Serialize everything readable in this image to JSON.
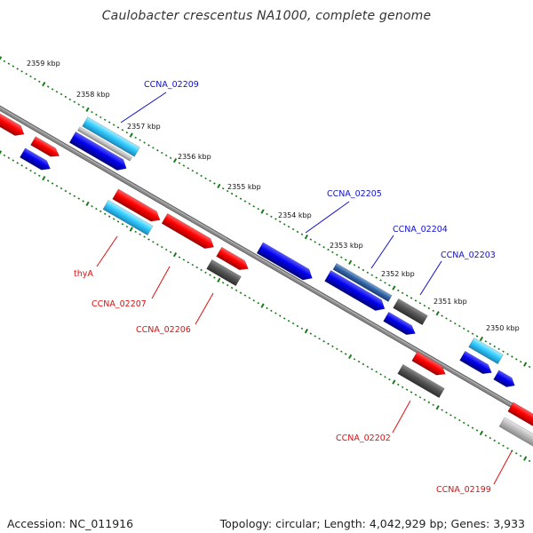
{
  "title": "Caulobacter crescentus NA1000, complete genome",
  "footer": {
    "accession": "Accession: NC_011916",
    "summary": "Topology: circular; Length: 4,042,929 bp; Genes: 3,933"
  },
  "colors": {
    "backbone": "#888888",
    "tick": "#1a7a1a",
    "label_blue": "#1010cc",
    "label_red": "#dd1010",
    "gene_red": "#ff0000",
    "gene_blue": "#0000ee",
    "gene_cyan": "#33ccff",
    "gene_darkgray": "#555555",
    "gene_lightgray": "#bbbbbb",
    "gene_steelblue": "#3366aa"
  },
  "ruler_labels": [
    "2359 kbp",
    "2358 kbp",
    "2357 kbp",
    "2356 kbp",
    "2355 kbp",
    "2354 kbp",
    "2353 kbp",
    "2352 kbp",
    "2351 kbp",
    "2350 kbp"
  ],
  "gene_labels": [
    "CCNA_02209",
    "CCNA_02205",
    "CCNA_02204",
    "CCNA_02203",
    "thyA",
    "CCNA_02207",
    "CCNA_02206",
    "CCNA_02202",
    "CCNA_02199"
  ]
}
